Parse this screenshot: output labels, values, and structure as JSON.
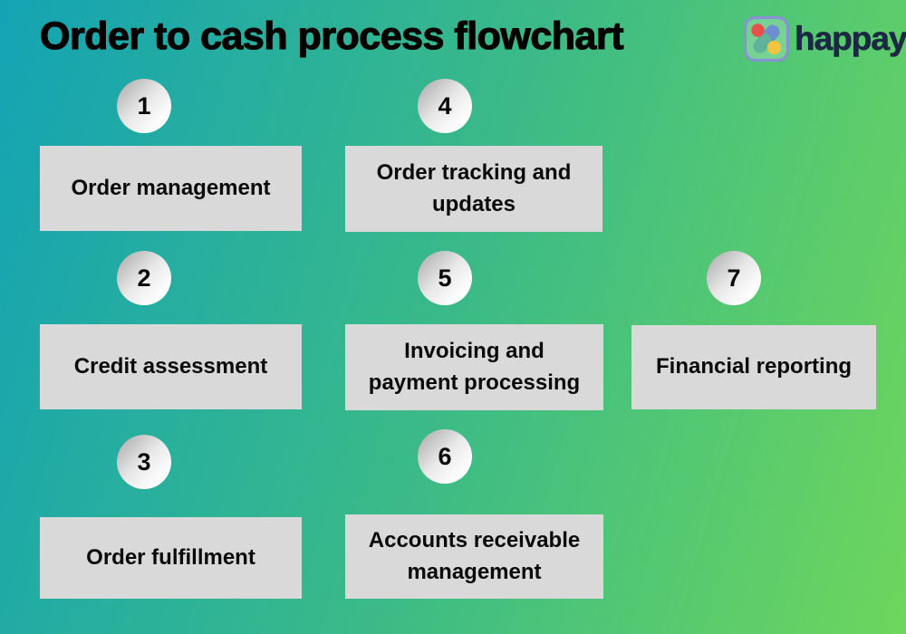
{
  "title": "Order to cash process flowchart",
  "logo": {
    "wordmark": "happay"
  },
  "colors": {
    "bg_start": "#14a3b4",
    "bg_mid": "#3cbb86",
    "bg_end": "#6ed65c",
    "box_bg": "#d9d9d9",
    "step_text": "#0a0a0a",
    "title_color": "#000000",
    "circle_from": "#a6a6a6",
    "circle_to": "#ffffff",
    "wordmark_color": "#1b2942",
    "logo_border": "#8a8fd8",
    "logo_red": "#e8504a",
    "logo_blue": "#6d8fd1",
    "logo_teal": "#5fb39a",
    "logo_yellow": "#f2c33d"
  },
  "steps": [
    {
      "number": "1",
      "label": "Order management"
    },
    {
      "number": "2",
      "label": "Credit assessment"
    },
    {
      "number": "3",
      "label": "Order fulfillment"
    },
    {
      "number": "4",
      "label": "Order tracking and updates"
    },
    {
      "number": "5",
      "label": "Invoicing and payment processing"
    },
    {
      "number": "6",
      "label": "Accounts receivable management"
    },
    {
      "number": "7",
      "label": "Financial reporting"
    }
  ]
}
